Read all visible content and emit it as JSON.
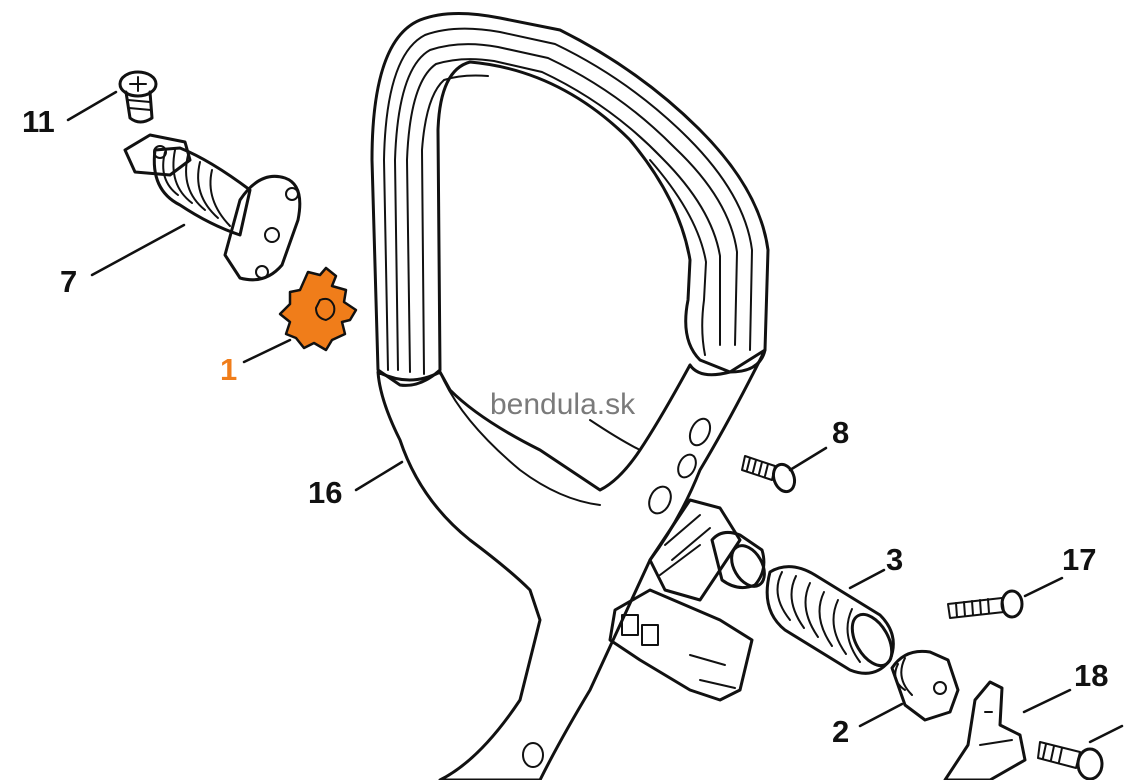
{
  "watermark": "bendula.sk",
  "colors": {
    "highlight": "#f07d1a",
    "ink": "#111111",
    "watermark": "#7a7a7a"
  },
  "labels": {
    "p11": "11",
    "p7": "7",
    "p1": "1",
    "p16": "16",
    "p8": "8",
    "p3": "3",
    "p17": "17",
    "p2": "2",
    "p18": "18"
  },
  "highlighted_part": "1"
}
